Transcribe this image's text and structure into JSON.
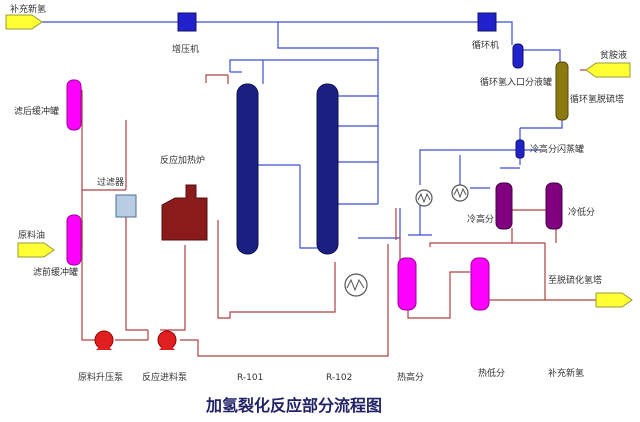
{
  "title": "加氢裂化反应部分流程图",
  "colors": {
    "blue_pipe": "#3a4fd8",
    "red_pipe": "#b04040",
    "magenta_vessel": "#ff00ff",
    "navy_reactor": "#1a1f80",
    "purple_separator": "#800080",
    "furnace": "#8b1a1a",
    "pump": "#e02020",
    "arrow_fill": "#ffff33",
    "olive_tower": "#8b7a10"
  },
  "labels": {
    "makeup_h2_in": "补充新氢",
    "booster": "增压机",
    "recycle_comp": "循环机",
    "recycle_inlet_drum": "循环氢入口分液罐",
    "amine_in": "贫胺液",
    "desulf_tower": "循环氢脱硫塔",
    "filtered_buffer": "滤后缓冲罐",
    "filter": "过滤器",
    "feed_in": "原料油",
    "prefilter_buffer": "滤前缓冲罐",
    "heater": "反应加热炉",
    "cold_flash_drum": "冷高分闪蒸罐",
    "cold_hp_sep": "冷高分",
    "cold_lp_sep": "冷低分",
    "to_desulf": "至脱硫化氢塔",
    "feed_pump": "原料升压泵",
    "charge_pump": "反应进料泵",
    "r101": "R-101",
    "r102": "R-102",
    "hot_hp_sep": "热高分",
    "hot_lp_sep": "热低分",
    "makeup_h2_bottom": "补充新氢"
  }
}
